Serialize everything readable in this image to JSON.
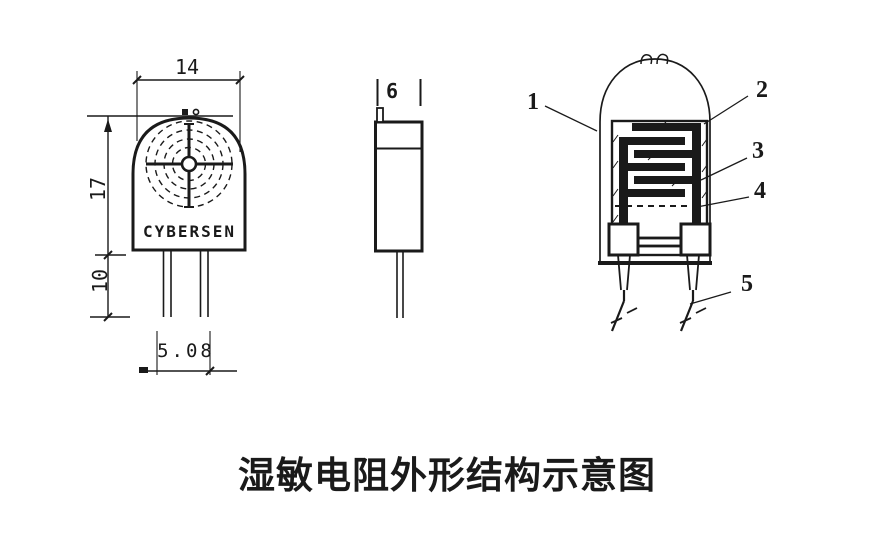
{
  "caption": "湿敏电阻外形结构示意图",
  "front_view": {
    "brand": "CYBERSEN",
    "dims": {
      "width": "14",
      "height": "17",
      "lead_length": "10",
      "lead_pitch": "5.08"
    }
  },
  "side_view": {
    "dims": {
      "thickness": "6"
    }
  },
  "structure_view": {
    "labels": {
      "shell": "1",
      "electrode": "2",
      "substrate": "3",
      "sensing_film": "4",
      "lead": "5"
    }
  },
  "colors": {
    "ink": "#1a1a1a",
    "paper": "#ffffff"
  }
}
